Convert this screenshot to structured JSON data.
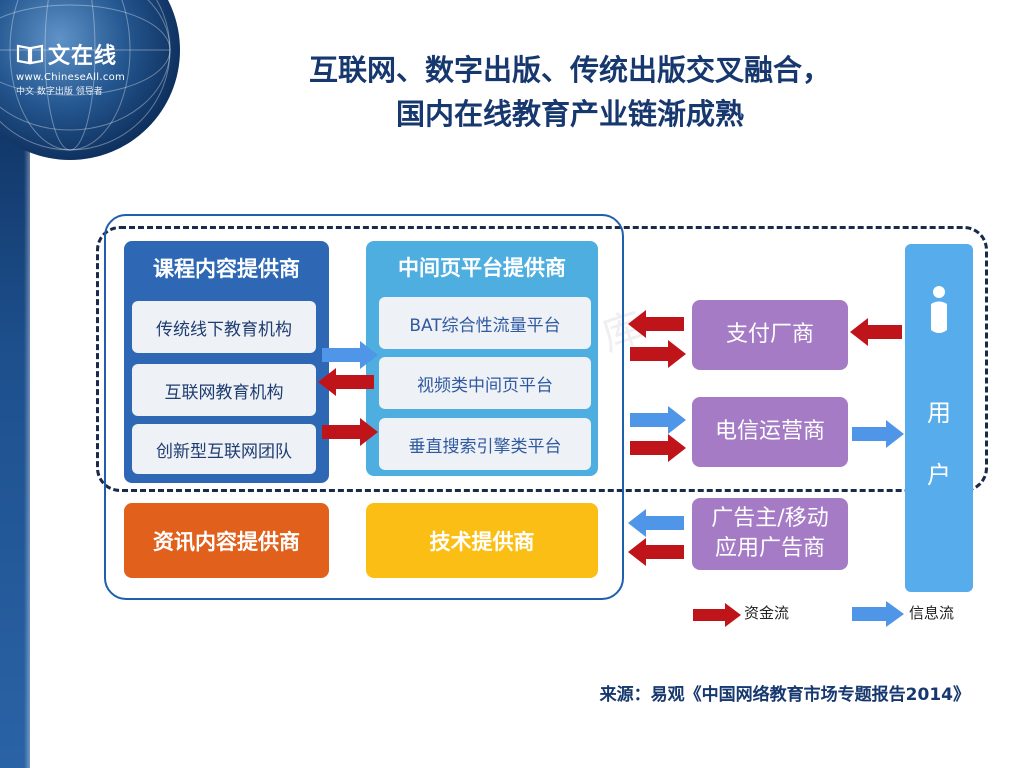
{
  "logo": {
    "name": "文在线",
    "url": "www.ChineseAll.com",
    "tagline": "中文 数字出版 领导者",
    "icon": "book-icon"
  },
  "title": {
    "line1": "互联网、数字出版、传统出版交叉融合，",
    "line2": "国内在线教育产业链渐成熟"
  },
  "diagram": {
    "course_panel": {
      "title": "课程内容提供商",
      "items": [
        "传统线下教育机构",
        "互联网教育机构",
        "创新型互联网团队"
      ]
    },
    "middle_panel": {
      "title": "中间页平台提供商",
      "items": [
        "BAT综合性流量平台",
        "视频类中间页平台",
        "垂直搜索引擎类平台"
      ]
    },
    "news_provider": "资讯内容提供商",
    "tech_provider": "技术提供商",
    "payment": "支付厂商",
    "telecom": "电信运营商",
    "advertiser_line1": "广告主/移动",
    "advertiser_line2": "应用广告商",
    "user_line1": "用",
    "user_line2": "户",
    "watermark": "易 观 智 库"
  },
  "legend": {
    "money_flow": "资金流",
    "info_flow": "信息流"
  },
  "colors": {
    "money_arrow": "#c0141b",
    "info_arrow": "#4f95e8",
    "course_panel": "#2e68b5",
    "middle_panel": "#4faee0",
    "news": "#e1601c",
    "tech": "#fbbe14",
    "purple": "#a67bc6",
    "user": "#57acec"
  },
  "source": "来源：易观《中国网络教育市场专题报告2014》"
}
